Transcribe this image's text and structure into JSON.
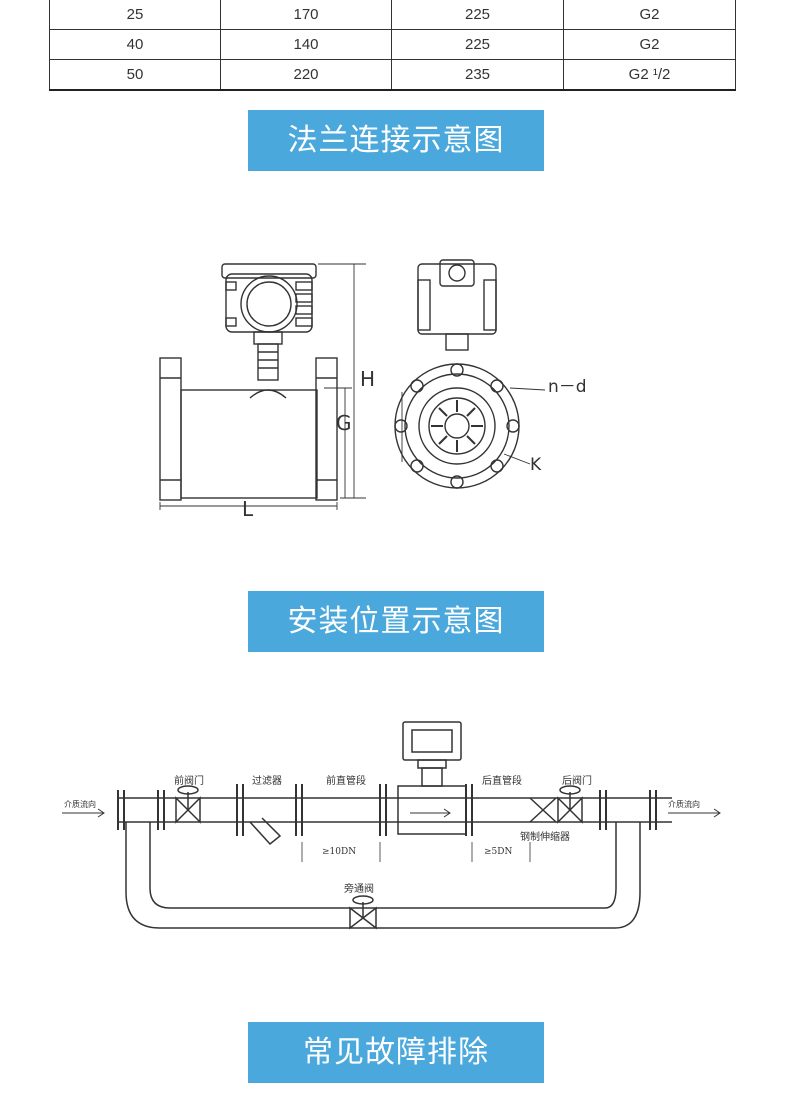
{
  "table": {
    "rows": [
      [
        "25",
        "170",
        "225",
        "G2"
      ],
      [
        "40",
        "140",
        "225",
        "G2"
      ],
      [
        "50",
        "220",
        "235",
        "G2 ¹/2"
      ]
    ]
  },
  "banners": {
    "flange": "法兰连接示意图",
    "install": "安装位置示意图",
    "fault": "常见故障排除"
  },
  "flange_diagram": {
    "dim_h": "H",
    "dim_g": "G",
    "dim_l": "L",
    "label_nd": "n－d",
    "label_k": "K"
  },
  "install_diagram": {
    "flow_in": "介质流向",
    "flow_out": "介质流向",
    "front_valve": "前阀门",
    "filter": "过滤器",
    "front_pipe": "前直管段",
    "rear_pipe": "后直管段",
    "rear_valve": "后阀门",
    "expander": "钢制伸缩器",
    "bypass": "旁通阀",
    "dim_front": "≥10DN",
    "dim_rear": "≥5DN"
  }
}
